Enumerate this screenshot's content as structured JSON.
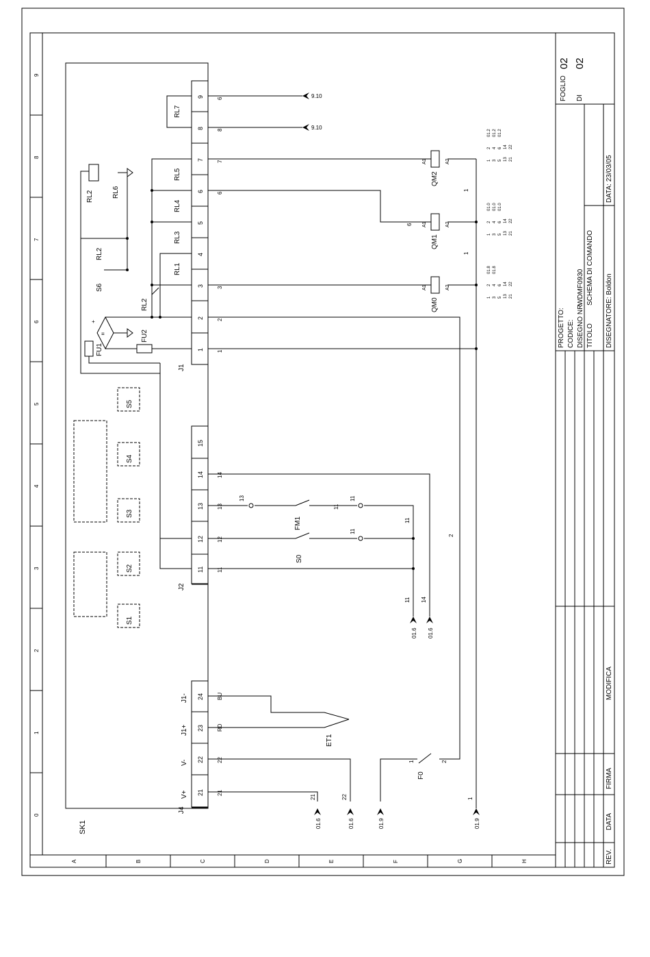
{
  "title_block": {
    "foglio_label": "FOGLIO",
    "foglio_value": "02",
    "di_label": "DI",
    "di_value": "02",
    "progetto_label": "PROGETTO:",
    "codice_label": "CODICE:",
    "disegno_nr_label": "DISEGNO NR.",
    "disegno_nr_value": "WDMF0930",
    "titolo_label": "TITOLO",
    "titolo_value": "SCHEMA DI COMANDO",
    "disegnatore": "DISEGNATORE: Boldon",
    "data": "DATA: 23/03/05",
    "rev_label": "REV.",
    "data_label": "DATA",
    "firma_label": "FIRMA",
    "modifica_label": "MODIFICA"
  },
  "grid": {
    "columns": [
      "0",
      "1",
      "2",
      "3",
      "4",
      "5",
      "6",
      "7",
      "8",
      "9"
    ],
    "rows": [
      "A",
      "B",
      "C",
      "D",
      "E",
      "F",
      "G",
      "H"
    ]
  },
  "board": {
    "name": "SK1",
    "J1": {
      "label": "J1",
      "terminals": [
        "1",
        "2",
        "3",
        "4",
        "5",
        "6",
        "7",
        "8",
        "9"
      ],
      "wires": [
        "1",
        "2",
        "3",
        "",
        "",
        "6",
        "7",
        "8",
        "6"
      ]
    },
    "J2": {
      "label": "J2",
      "terminals": [
        "11",
        "12",
        "13",
        "14",
        "15"
      ],
      "wires": [
        "11",
        "12",
        "13",
        "14",
        ""
      ]
    },
    "J4": {
      "label": "J4",
      "terminals": [
        "21",
        "22",
        "23",
        "24"
      ],
      "pins": [
        "V+",
        "V-",
        "J1+",
        "J1-"
      ],
      "wires": [
        "21",
        "22",
        "RD",
        "BU"
      ]
    },
    "relays": [
      "RL1",
      "RL2",
      "RL3",
      "RL4",
      "RL5",
      "RL6",
      "RL7"
    ],
    "fuses": [
      "FU1",
      "FU2"
    ],
    "switches": [
      "S1",
      "S2",
      "S3",
      "S4",
      "S5"
    ],
    "s6_label": "S6"
  },
  "components": {
    "qm0": "QM0",
    "qm1": "QM1",
    "qm2": "QM2",
    "a1": "A1",
    "a2": "A2",
    "fm1": "FM1",
    "s0": "S0",
    "f0": "F0",
    "et1": "ET1",
    "qm_contacts": [
      "1",
      "3",
      "5",
      "13",
      "21",
      "2",
      "4",
      "6",
      "14",
      "22"
    ],
    "qm0_refs": [
      "01.8",
      "01.8",
      "",
      "",
      ""
    ],
    "qm1_refs": [
      "01.0",
      "01.0",
      "01.0",
      "",
      ""
    ],
    "qm2_refs": [
      "01.2",
      "01.2",
      "01.2",
      "",
      ""
    ]
  },
  "wires": {
    "w1": "1",
    "w2": "2",
    "w3": "3",
    "w6": "6",
    "w7": "7",
    "w8": "8",
    "w11": "11",
    "w12": "12",
    "w13": "13",
    "w14": "14",
    "w21": "21",
    "w22": "22",
    "wrd": "RD",
    "wbu": "BU"
  },
  "refs": {
    "r_916": "9.10",
    "r_816": "9.10",
    "r_016a": "01.6",
    "r_016b": "01.6",
    "r_016c": "01.6",
    "r_016d": "01.6",
    "r_019a": "01.9",
    "r_019b": "01.9"
  }
}
